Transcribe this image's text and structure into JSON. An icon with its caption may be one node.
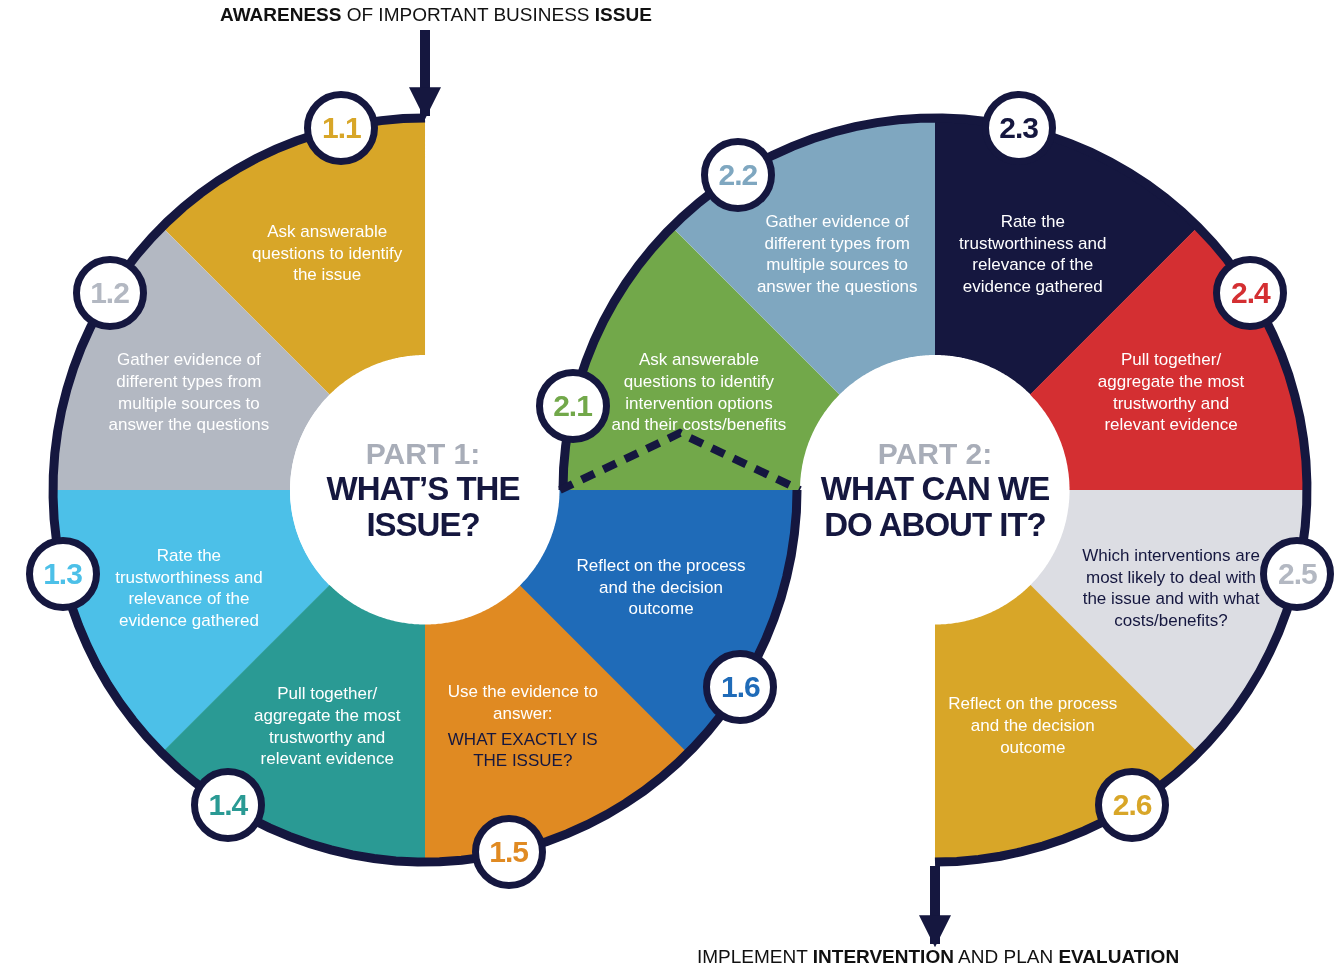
{
  "diagram": {
    "nodes": [
      {
        "text": [
          "**AWARENESS** OF IMPORTANT BUSINESS **ISSUE**"
        ]
      },
      {
        "text": [
          "PART 1:",
          "WHAT’S THE ISSUE?"
        ]
      },
      {
        "text": [
          "1.1",
          "Ask answerable questions to identify the issue"
        ]
      },
      {
        "text": [
          "1.2",
          "Gather evidence of different types from multiple sources to answer the questions"
        ]
      },
      {
        "text": [
          "1.3",
          "Rate the trustworthiness and relevance of the evidence gathered"
        ]
      },
      {
        "text": [
          "1.4",
          "Pull together/ aggregate the most trustworthy and relevant evidence"
        ]
      },
      {
        "text": [
          "Use the evidence to answer:",
          "WHAT EXACTLY IS THE ISSUE?",
          "1.5"
        ]
      },
      {
        "text": [
          "Reflect on the process and the decision outcome",
          "1.6"
        ]
      },
      {
        "text": [
          "PART 2:",
          "WHAT CAN WE DO ABOUT IT?"
        ]
      },
      {
        "text": [
          "2.1",
          "Ask answerable questions to identify intervention options and their costs/benefits"
        ]
      },
      {
        "text": [
          "2.2",
          "Gather evidence of different types from multiple sources to answer the questions"
        ]
      },
      {
        "text": [
          "2.3",
          "Rate the trustworthiness and relevance of the evidence gathered"
        ]
      },
      {
        "text": [
          "2.4",
          "Pull together/ aggregate the most trustworthy and relevant evidence"
        ]
      },
      {
        "text": [
          "Which interventions are most likely to deal with the issue and with what costs/benefits?",
          "2.5"
        ]
      },
      {
        "text": [
          "Reflect on the process and the decision outcome",
          "2.6"
        ]
      },
      {
        "text": [
          "IMPLEMENT **INTERVENTION** AND PLAN **EVALUATION**"
        ]
      }
    ],
    "edges": [
      {
        "from": 0,
        "to": 2,
        "arrow": "to"
      },
      {
        "from": 14,
        "to": 15,
        "arrow": "to"
      }
    ]
  }
}
